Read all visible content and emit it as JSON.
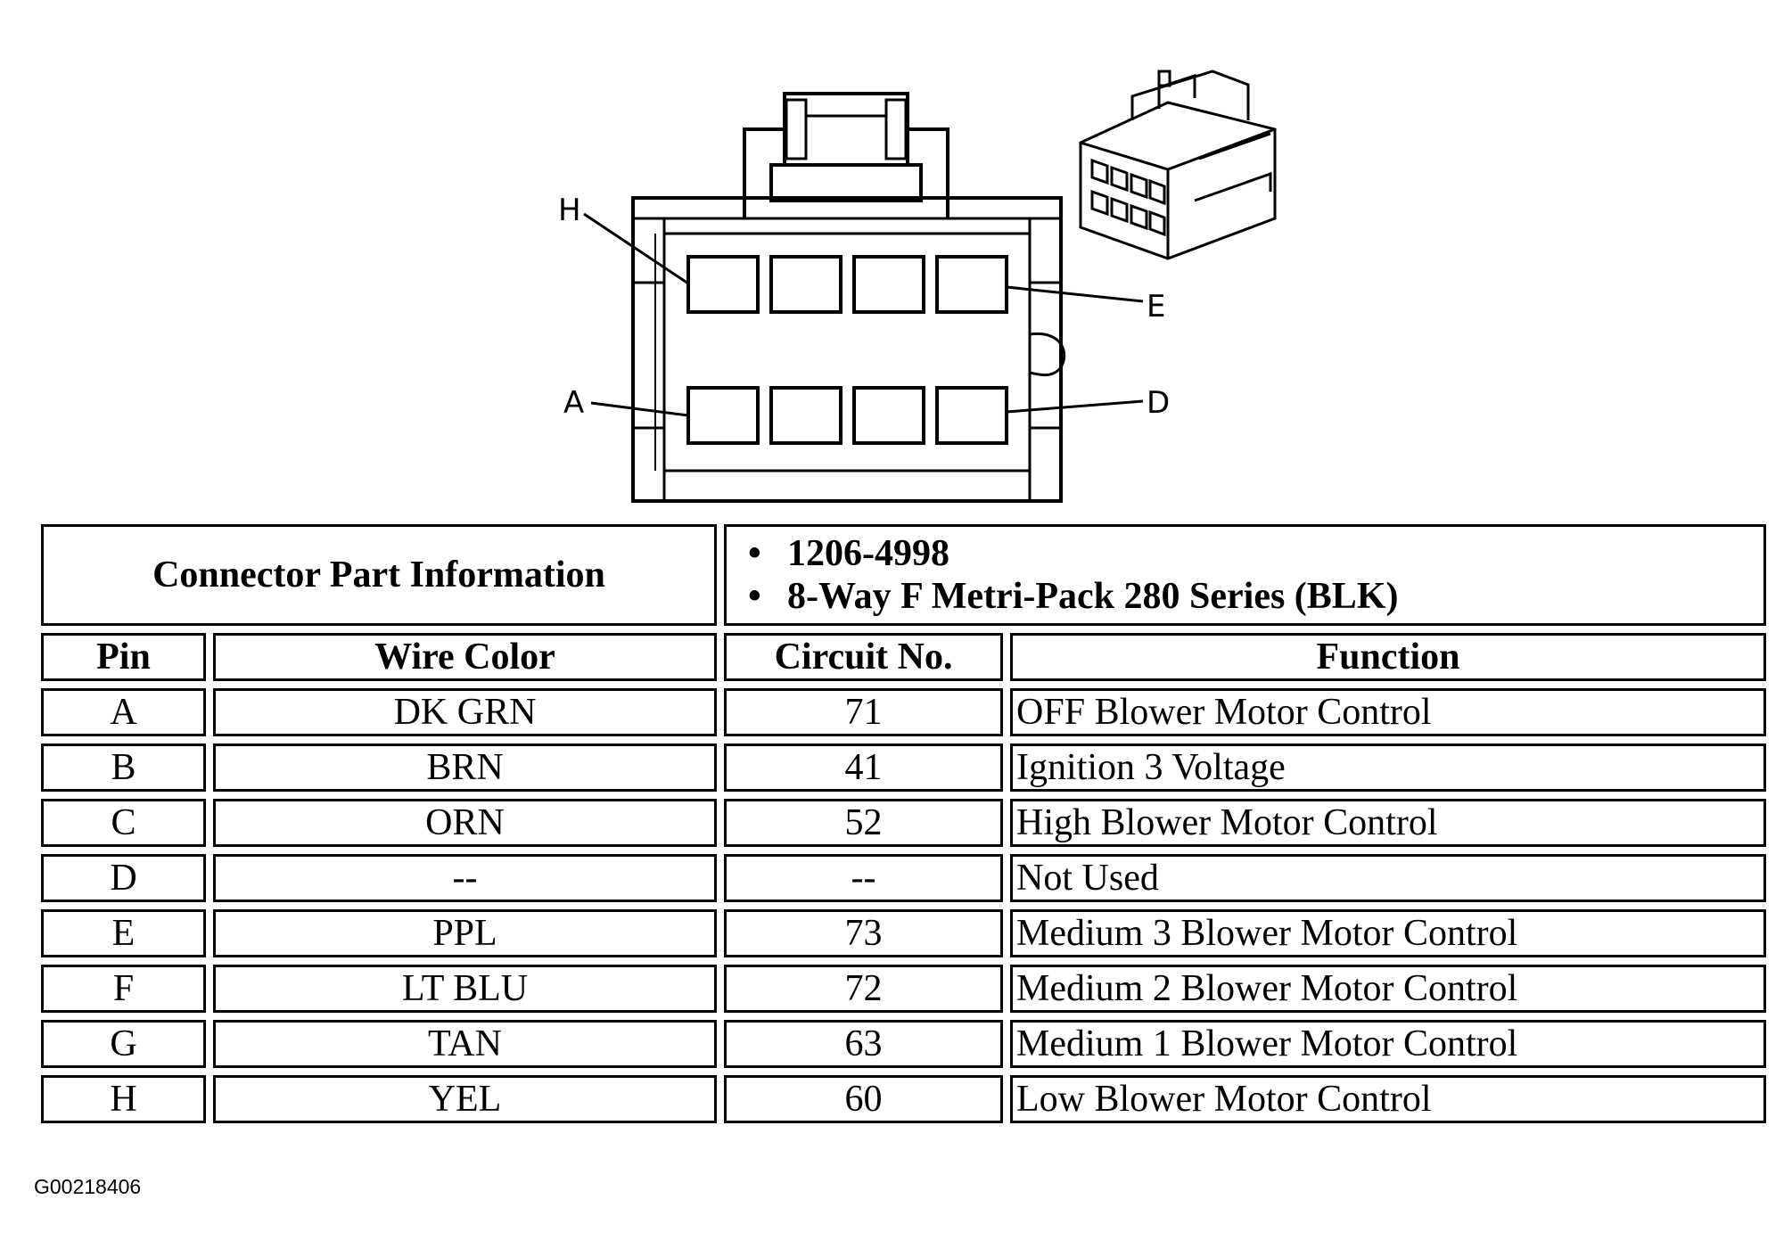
{
  "diagram": {
    "pin_labels": {
      "h": "H",
      "e": "E",
      "a": "A",
      "d": "D"
    }
  },
  "connector_info": {
    "label": "Connector Part Information",
    "details": [
      "1206-4998",
      "8-Way F Metri-Pack 280 Series (BLK)"
    ]
  },
  "table": {
    "headers": {
      "pin": "Pin",
      "wire_color": "Wire Color",
      "circuit_no": "Circuit No.",
      "function": "Function"
    },
    "rows": [
      {
        "pin": "A",
        "wire_color": "DK GRN",
        "circuit": "71",
        "function": "OFF Blower Motor Control"
      },
      {
        "pin": "B",
        "wire_color": "BRN",
        "circuit": "41",
        "function": "Ignition 3 Voltage"
      },
      {
        "pin": "C",
        "wire_color": "ORN",
        "circuit": "52",
        "function": "High Blower Motor Control"
      },
      {
        "pin": "D",
        "wire_color": "--",
        "circuit": "--",
        "function": "Not Used"
      },
      {
        "pin": "E",
        "wire_color": "PPL",
        "circuit": "73",
        "function": "Medium 3 Blower Motor Control"
      },
      {
        "pin": "F",
        "wire_color": "LT BLU",
        "circuit": "72",
        "function": "Medium 2 Blower Motor Control"
      },
      {
        "pin": "G",
        "wire_color": "TAN",
        "circuit": "63",
        "function": "Medium 1 Blower Motor Control"
      },
      {
        "pin": "H",
        "wire_color": "YEL",
        "circuit": "60",
        "function": "Low Blower Motor Control"
      }
    ]
  },
  "figure_id": "G00218406"
}
